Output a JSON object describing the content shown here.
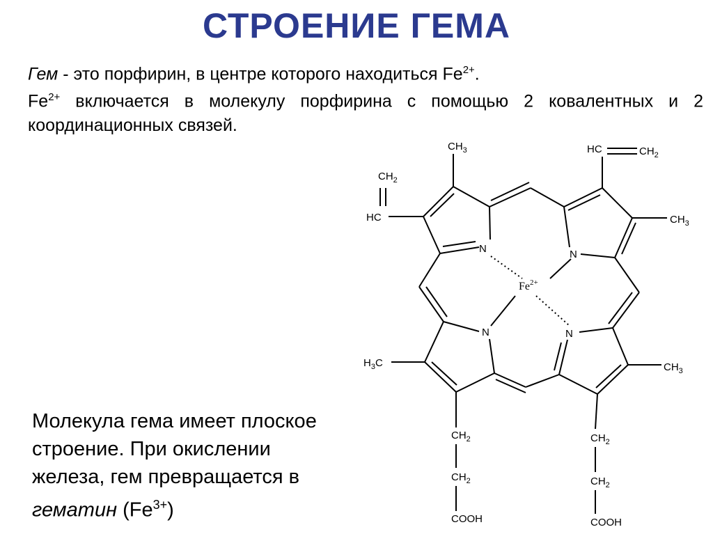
{
  "title": "СТРОЕНИЕ ГЕМА",
  "intro": {
    "line1_italic": "Гем",
    "line1_rest": " - это порфирин, в центре которого находиться Fe",
    "line1_sup": "2+",
    "line1_end": ".",
    "line2_fe": "Fe",
    "line2_sup": "2+",
    "line2_rest": " включается в молекулу порфирина с помощью 2 ковалентных и 2",
    "line3": "координационных связей."
  },
  "summary": {
    "line1": "Молекула гема имеет плоское",
    "line2": "строение. При окислении",
    "line3": "железа, гем превращается в",
    "line4_italic": "гематин",
    "line4_rest": " (Fe",
    "line4_sup": "3+",
    "line4_end": ")"
  },
  "molecule": {
    "fe": "Fe",
    "fe_charge": "2+",
    "n": "N",
    "ch3": "CH",
    "ch2": "CH",
    "sub3": "3",
    "sub2": "2",
    "hc": "HC",
    "h3c_h": "H",
    "h3c_c": "C",
    "cooh": "COOH"
  }
}
